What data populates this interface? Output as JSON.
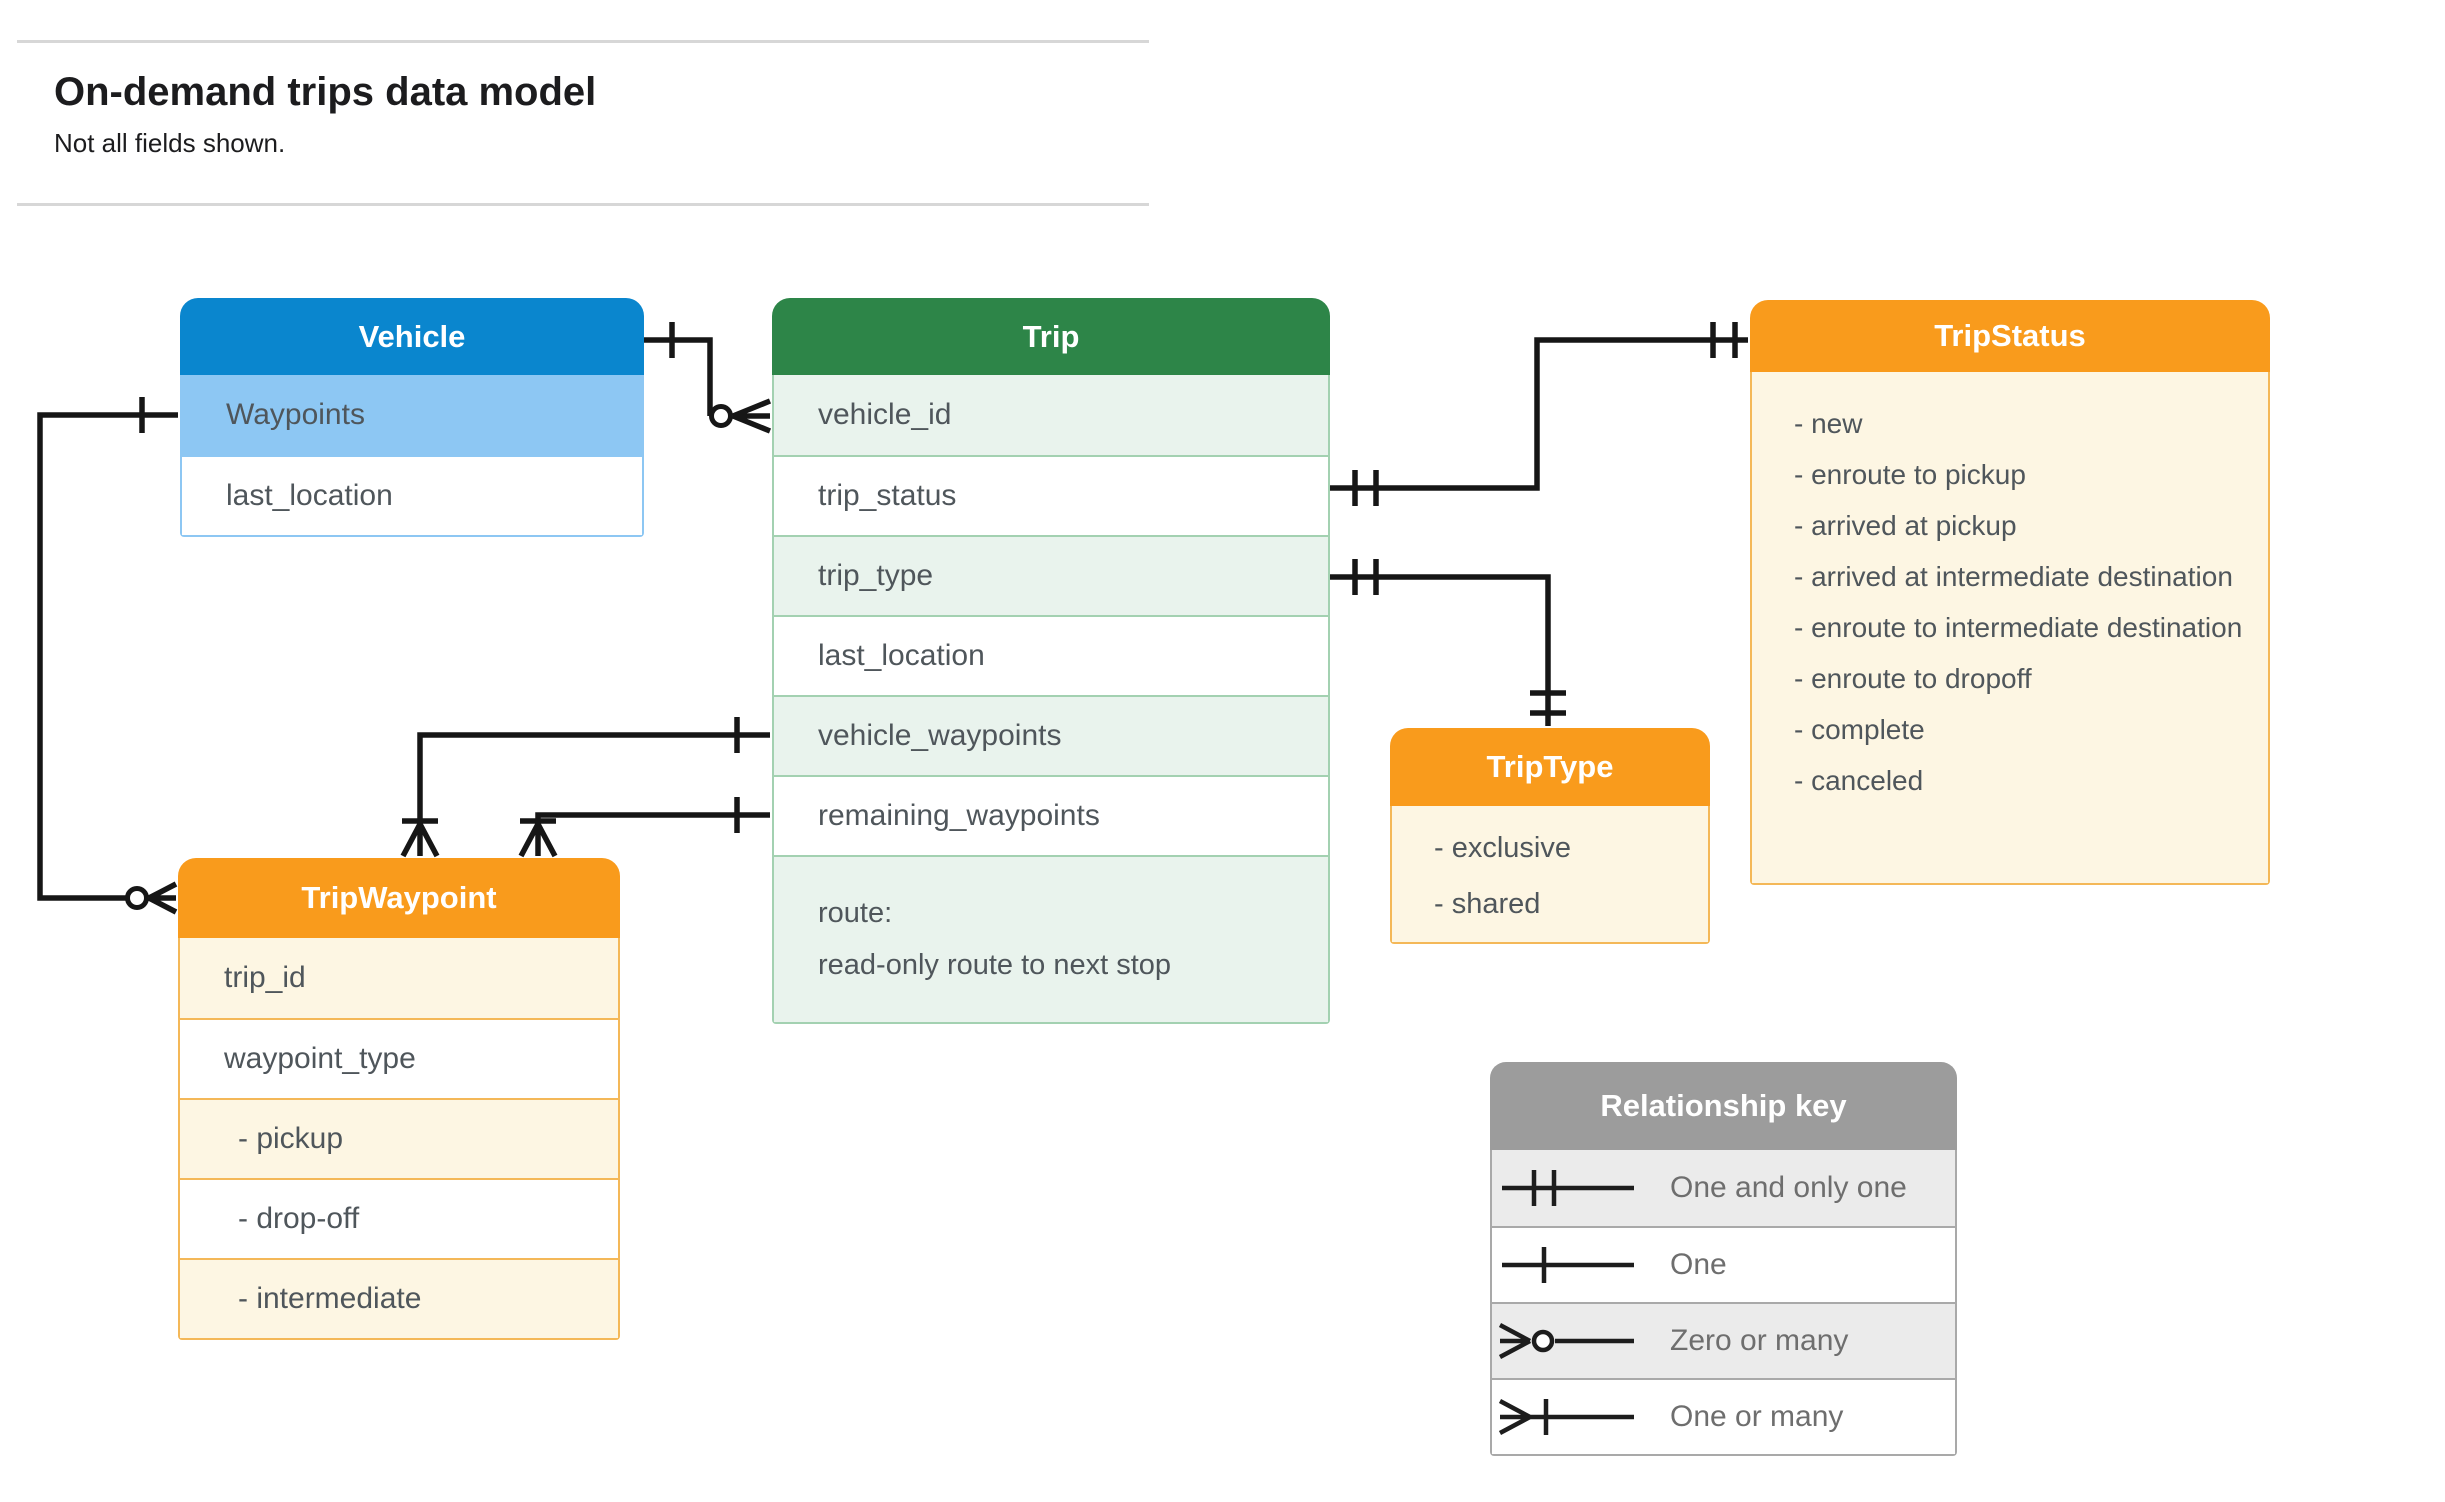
{
  "header": {
    "title": "On-demand trips data model",
    "subtitle": "Not all fields shown."
  },
  "entities": {
    "vehicle": {
      "title": "Vehicle",
      "fields": [
        "Waypoints",
        "last_location"
      ]
    },
    "trip": {
      "title": "Trip",
      "fields": [
        "vehicle_id",
        "trip_status",
        "trip_type",
        "last_location",
        "vehicle_waypoints",
        "remaining_waypoints"
      ],
      "route": [
        "route:",
        "read-only route to next stop"
      ]
    },
    "tripStatus": {
      "title": "TripStatus",
      "values": [
        "- new",
        "- enroute to pickup",
        "- arrived at pickup",
        "- arrived at intermediate destination",
        "- enroute to intermediate destination",
        "- enroute to dropoff",
        "- complete",
        "- canceled"
      ]
    },
    "tripType": {
      "title": "TripType",
      "values": [
        "- exclusive",
        "- shared"
      ]
    },
    "tripWaypoint": {
      "title": "TripWaypoint",
      "fields": [
        "trip_id",
        "waypoint_type",
        "- pickup",
        "- drop-off",
        "- intermediate"
      ]
    }
  },
  "legend": {
    "title": "Relationship key",
    "items": [
      {
        "symbol": "one-and-only-one-symbol",
        "label": "One and only one"
      },
      {
        "symbol": "one-symbol",
        "label": "One"
      },
      {
        "symbol": "zero-or-many-symbol",
        "label": "Zero or many"
      },
      {
        "symbol": "one-or-many-symbol",
        "label": "One or many"
      }
    ]
  },
  "relationships": [
    {
      "from": "Vehicle",
      "to": "Trip.vehicle_id",
      "from_cardinality": "one",
      "to_cardinality": "zero-or-many"
    },
    {
      "from": "Vehicle.Waypoints",
      "to": "TripWaypoint",
      "from_cardinality": "one",
      "to_cardinality": "zero-or-many"
    },
    {
      "from": "Trip.trip_status",
      "to": "TripStatus",
      "from_cardinality": "one-and-only-one",
      "to_cardinality": "one-and-only-one"
    },
    {
      "from": "Trip.trip_type",
      "to": "TripType",
      "from_cardinality": "one-and-only-one",
      "to_cardinality": "one-and-only-one"
    },
    {
      "from": "Trip.vehicle_waypoints",
      "to": "TripWaypoint",
      "from_cardinality": "one",
      "to_cardinality": "one-or-many"
    },
    {
      "from": "Trip.remaining_waypoints",
      "to": "TripWaypoint",
      "from_cardinality": "one",
      "to_cardinality": "one-or-many"
    }
  ],
  "colors": {
    "vehicle_header": "#0a86ce",
    "vehicle_highlight_row": "#8dc7f3",
    "trip_header": "#2d8548",
    "trip_row": "#e9f3ed",
    "enum_header": "#f99b1c",
    "enum_row": "#fdf6e3",
    "legend_header": "#9c9c9c",
    "legend_row": "#ebebeb",
    "connector": "#161616"
  }
}
